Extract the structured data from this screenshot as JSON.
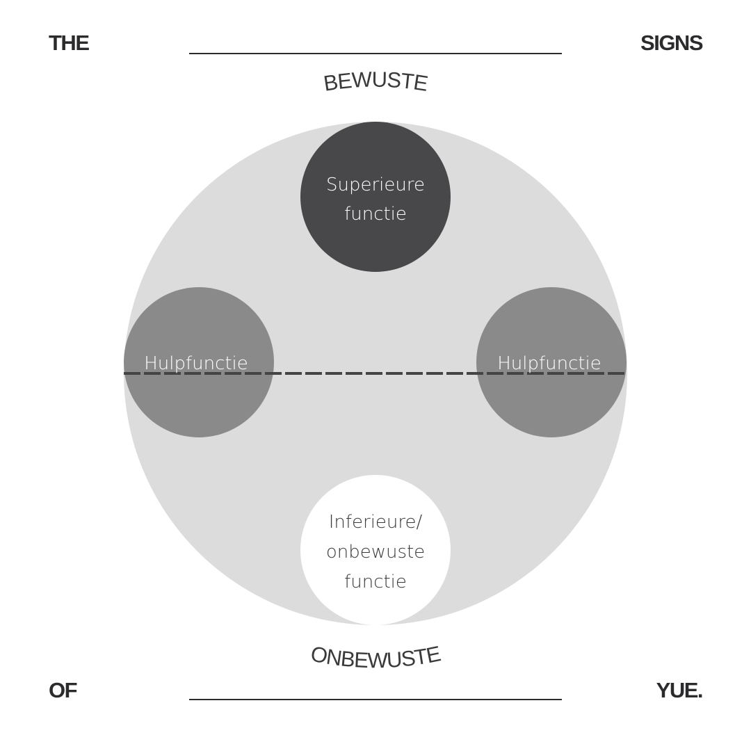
{
  "corners": {
    "top_left": "THE",
    "top_right": "SIGNS",
    "bottom_left": "OF",
    "bottom_right": "YUE."
  },
  "arc_labels": {
    "top": "BEWUSTE",
    "bottom": "ONBEWUSTE"
  },
  "functions": {
    "superior": [
      "Superieure",
      "functie"
    ],
    "auxiliary_left": "Hulpfunctie",
    "auxiliary_right": "Hulpfunctie",
    "inferior": [
      "Inferieure/",
      "onbewuste",
      "functie"
    ]
  },
  "colors": {
    "outer": "#dcdcdc",
    "superior": "#48474a",
    "auxiliary": "#8a8a8a",
    "inferior": "#ffffff",
    "dash": "#444444",
    "text_dark": "#2b2b2e"
  }
}
